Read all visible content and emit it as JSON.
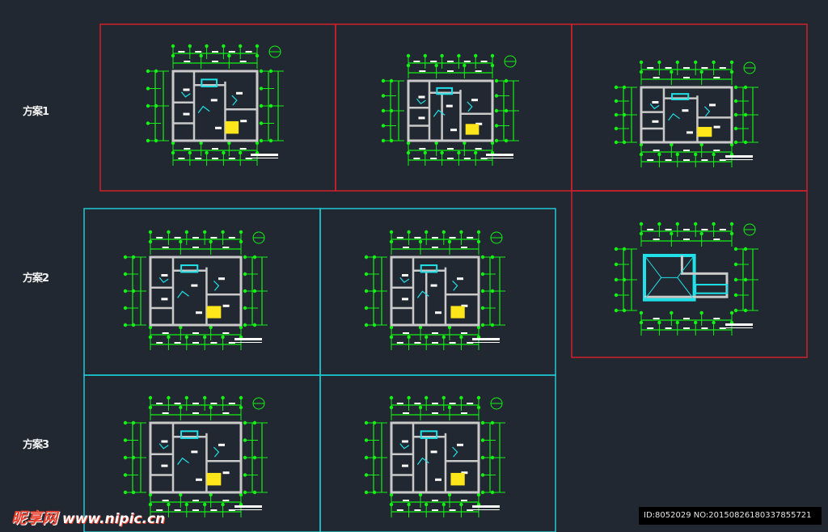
{
  "labels": {
    "scheme1": "方案1",
    "scheme2": "方案2",
    "scheme3": "方案3"
  },
  "watermark": {
    "brand": "昵享网",
    "url": "www.nipic.cn"
  },
  "id_text": "ID:8052029 NO:20150826180337855721",
  "colors": {
    "background": "#222831",
    "red_frame": "#d21f2a",
    "cyan_frame": "#1ec8d2",
    "dimension": "#13f213",
    "wall": "#c9c9c9",
    "accent_cyan": "#20e0e8",
    "accent_yellow": "#ffe61a"
  }
}
